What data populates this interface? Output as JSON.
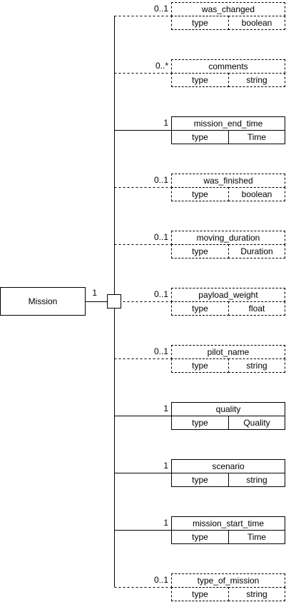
{
  "root": {
    "name": "Mission",
    "multiplicity": "1"
  },
  "attributes": [
    {
      "name": "was_changed",
      "key": "type",
      "type": "boolean",
      "multiplicity": "0..1",
      "optional": true
    },
    {
      "name": "comments",
      "key": "type",
      "type": "string",
      "multiplicity": "0..*",
      "optional": true
    },
    {
      "name": "mission_end_time",
      "key": "type",
      "type": "Time",
      "multiplicity": "1",
      "optional": false
    },
    {
      "name": "was_finished",
      "key": "type",
      "type": "boolean",
      "multiplicity": "0..1",
      "optional": true
    },
    {
      "name": "moving_duration",
      "key": "type",
      "type": "Duration",
      "multiplicity": "0..1",
      "optional": true
    },
    {
      "name": "payload_weight",
      "key": "type",
      "type": "float",
      "multiplicity": "0..1",
      "optional": true
    },
    {
      "name": "pilot_name",
      "key": "type",
      "type": "string",
      "multiplicity": "0..1",
      "optional": true
    },
    {
      "name": "quality",
      "key": "type",
      "type": "Quality",
      "multiplicity": "1",
      "optional": false
    },
    {
      "name": "scenario",
      "key": "type",
      "type": "string",
      "multiplicity": "1",
      "optional": false
    },
    {
      "name": "mission_start_time",
      "key": "type",
      "type": "Time",
      "multiplicity": "1",
      "optional": false
    },
    {
      "name": "type_of_mission",
      "key": "type",
      "type": "string",
      "multiplicity": "0..1",
      "optional": true
    }
  ]
}
